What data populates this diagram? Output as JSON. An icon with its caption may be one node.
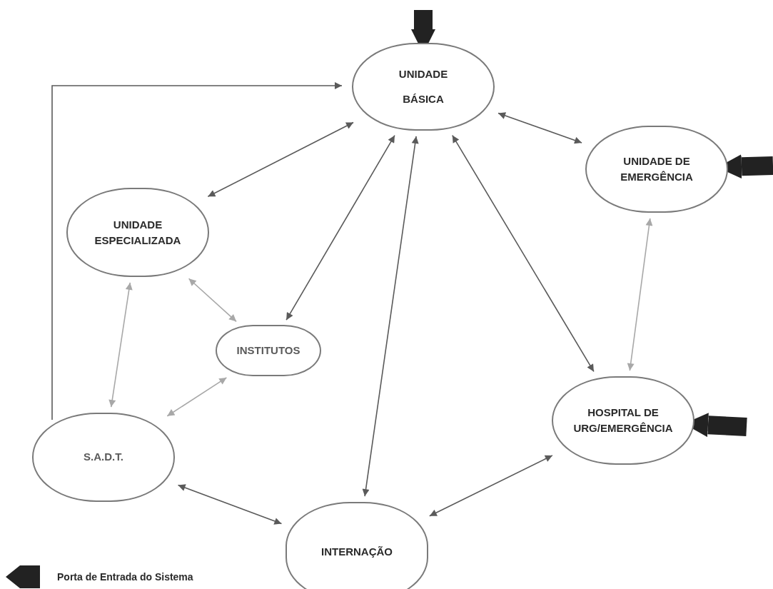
{
  "diagram": {
    "nodes": [
      {
        "text": [
          "UNIDADE BÁSICA"
        ]
      },
      {
        "text": [
          "UNIDADE DE EMERGÊNCIA"
        ]
      },
      {
        "text": [
          "UNIDADE ESPECIALIZADA"
        ]
      },
      {
        "text": [
          "INSTITUTOS"
        ]
      },
      {
        "text": [
          "HOSPITAL DE URG/EMERGÊNCIA"
        ]
      },
      {
        "text": [
          "S.A.D.T."
        ]
      },
      {
        "text": [
          "INTERNAÇÃO"
        ]
      }
    ],
    "edges": [
      {
        "from": 5,
        "to": 0,
        "arrow": "to"
      },
      {
        "from": 0,
        "to": 2,
        "arrow": "both"
      },
      {
        "from": 0,
        "to": 1,
        "arrow": "both"
      },
      {
        "from": 0,
        "to": 3,
        "arrow": "both"
      },
      {
        "from": 0,
        "to": 6,
        "arrow": "both"
      },
      {
        "from": 0,
        "to": 4,
        "arrow": "both"
      },
      {
        "from": 1,
        "to": 4,
        "arrow": "both",
        "color": "#a8a8a8"
      },
      {
        "from": 2,
        "to": 3,
        "arrow": "both",
        "color": "#a8a8a8"
      },
      {
        "from": 2,
        "to": 5,
        "arrow": "both",
        "color": "#a8a8a8"
      },
      {
        "from": 3,
        "to": 5,
        "arrow": "both",
        "color": "#a8a8a8"
      },
      {
        "from": 5,
        "to": 6,
        "arrow": "both"
      },
      {
        "from": 4,
        "to": 6,
        "arrow": "both"
      },
      {
        "from": null,
        "to": 0,
        "arrow": "to",
        "style": "thick",
        "color": "#222222"
      },
      {
        "from": null,
        "to": 1,
        "arrow": "to",
        "style": "thick",
        "color": "#222222"
      },
      {
        "from": null,
        "to": 4,
        "arrow": "to",
        "style": "thick",
        "color": "#222222"
      }
    ],
    "legend": [
      {
        "text": "Porta de Entrada do Sistema"
      }
    ]
  }
}
